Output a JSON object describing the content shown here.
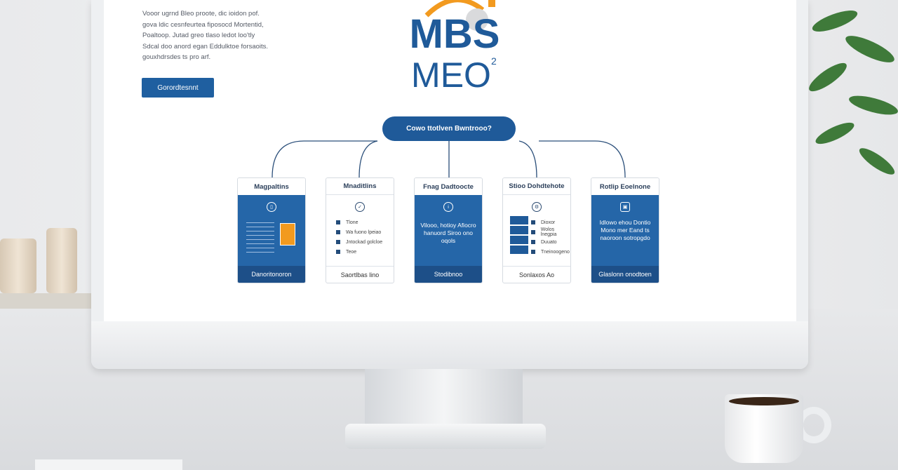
{
  "intro": {
    "lines": [
      "Vooor ugrnd Bleo proote, dic ioidon pof.",
      "gova ldic cesnfeurtea fiposocd Mortentid,",
      "Poaltoop. Jutad greo tlaso ledot loo'tly",
      "Sdcal doo anord egan Eddulktoe forsaoits.",
      "gouxhdrsdes ts pro arf."
    ],
    "button": "Gorordtesnnt"
  },
  "logo": {
    "top": "MBS",
    "bottom": "MEO",
    "superscript": "2",
    "colors": {
      "blue": "#1f5a99",
      "orange": "#f29a1f"
    }
  },
  "hub": {
    "label": "Cowo ttotlven Bwntrooo?"
  },
  "cards": [
    {
      "title": "Magpaltins",
      "style": "blue",
      "icon": "document-icon",
      "footer": "Danoritonoron"
    },
    {
      "title": "Mnaditlins",
      "style": "white",
      "icon": "check-icon",
      "bullets": [
        "Tlone",
        "Wa fuono lpeiao",
        "Jntockad golcloe",
        "Teoe"
      ],
      "footer": "Saortlbas lino"
    },
    {
      "title": "Fnag Dadtoocte",
      "style": "blue",
      "icon": "info-icon",
      "text": "Vilooo, hotioy Afiocro hanuord Siroo ono oqols",
      "footer": "Stodibnoo"
    },
    {
      "title": "Stioo Dohdtehote",
      "style": "white",
      "icon": "gear-icon",
      "bullets": [
        "Dioxor",
        "Wolos lnegpia",
        "Duuato",
        "Tneinoogeno"
      ],
      "footer": "Sonlaxos Ao"
    },
    {
      "title": "Rotlip Eoelnone",
      "style": "blue",
      "icon": "image-icon",
      "text": "Idlowo ehou Dontio Mono mer Eand ts naoroon sotropgdo",
      "footer": "Glaslonn onodtoen"
    }
  ]
}
